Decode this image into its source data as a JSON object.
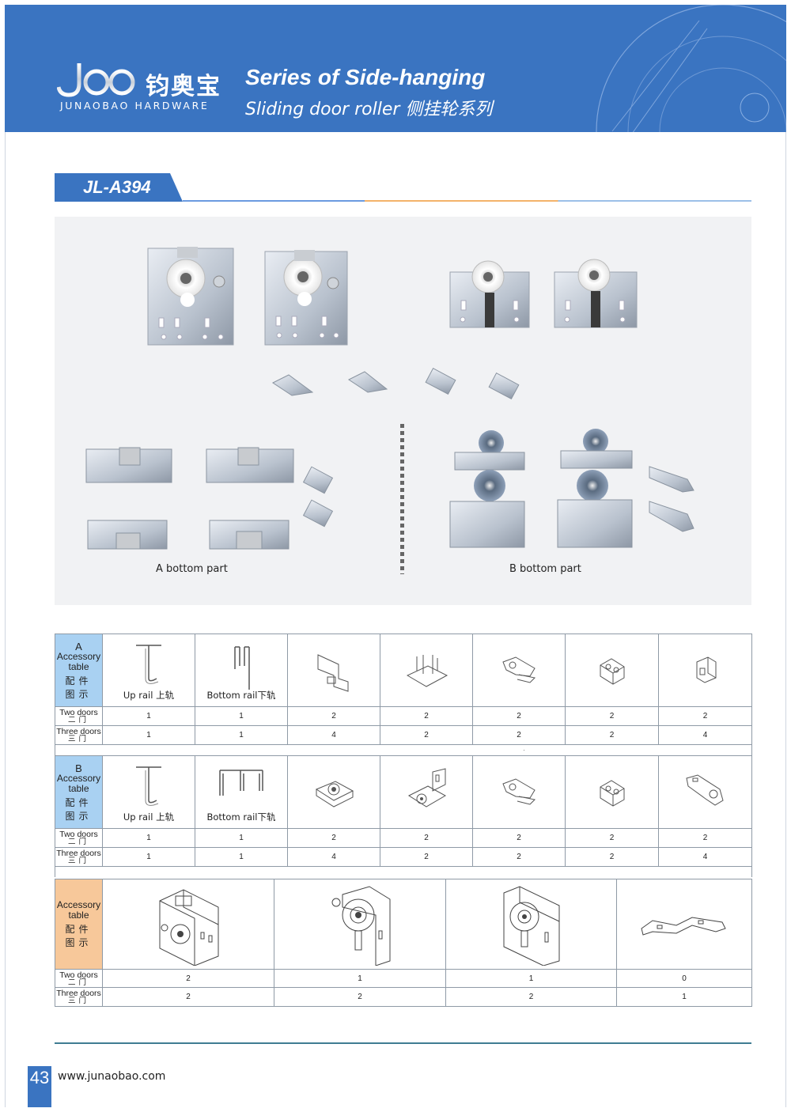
{
  "header": {
    "logo_cn": "钧奥宝",
    "logo_en": "JUNAOBAO HARDWARE",
    "series_title": "Series of Side-hanging",
    "series_sub": "Sliding door roller 侧挂轮系列",
    "bg_color": "#3a74c1"
  },
  "model": {
    "code": "JL-A394"
  },
  "photo_panel": {
    "a_label": "A bottom part",
    "b_label": "B bottom part"
  },
  "table_a": {
    "header": {
      "letter": "A",
      "line1": "Accessory",
      "line2": "table",
      "cn1": "配件",
      "cn2": "图示"
    },
    "items": [
      {
        "icon": "up-rail-icon",
        "label": "Up rail 上轨"
      },
      {
        "icon": "bottom-rail-icon",
        "label": "Bottom rail下轨"
      },
      {
        "icon": "bracket-a-icon",
        "label": ""
      },
      {
        "icon": "guide-base-icon",
        "label": ""
      },
      {
        "icon": "stopper-icon",
        "label": ""
      },
      {
        "icon": "block-icon",
        "label": ""
      },
      {
        "icon": "clip-icon",
        "label": ""
      }
    ],
    "rows": [
      {
        "en": "Two doors",
        "cn": "二门",
        "values": [
          "1",
          "1",
          "2",
          "2",
          "2",
          "2",
          "2"
        ]
      },
      {
        "en": "Three doors",
        "cn": "三门",
        "values": [
          "1",
          "1",
          "4",
          "2",
          "2",
          "2",
          "4"
        ]
      }
    ]
  },
  "separator_dot": "·",
  "table_b": {
    "header": {
      "letter": "B",
      "line1": "Accessory",
      "line2": "table",
      "cn1": "配件",
      "cn2": "图示"
    },
    "items": [
      {
        "icon": "up-rail-icon",
        "label": "Up rail 上轨"
      },
      {
        "icon": "bottom-rail-wide-icon",
        "label": "Bottom rail下轨"
      },
      {
        "icon": "bottom-roller-icon",
        "label": ""
      },
      {
        "icon": "roller-bracket-icon",
        "label": ""
      },
      {
        "icon": "stopper-icon",
        "label": ""
      },
      {
        "icon": "block-icon",
        "label": ""
      },
      {
        "icon": "hook-stopper-icon",
        "label": ""
      }
    ],
    "rows": [
      {
        "en": "Two doors",
        "cn": "二门",
        "values": [
          "1",
          "1",
          "2",
          "2",
          "2",
          "2",
          "2"
        ]
      },
      {
        "en": "Three doors",
        "cn": "三门",
        "values": [
          "1",
          "1",
          "4",
          "2",
          "2",
          "2",
          "4"
        ]
      }
    ]
  },
  "table_c": {
    "header": {
      "line1": "Accessory",
      "line2": "table",
      "cn1": "配件",
      "cn2": "图示"
    },
    "items": [
      {
        "icon": "top-roller-assembly-icon"
      },
      {
        "icon": "hanging-roller-icon"
      },
      {
        "icon": "hanging-roller-alt-icon"
      },
      {
        "icon": "connector-bar-icon"
      }
    ],
    "rows": [
      {
        "en": "Two doors",
        "cn": "二门",
        "values": [
          "2",
          "1",
          "1",
          "0"
        ]
      },
      {
        "en": "Three doors",
        "cn": "三门",
        "values": [
          "2",
          "2",
          "2",
          "1"
        ]
      }
    ]
  },
  "footer": {
    "page": "43",
    "site": "www.junaobao.com"
  }
}
